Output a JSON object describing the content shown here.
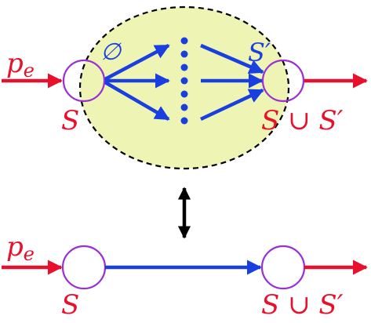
{
  "colors": {
    "red": "#e8102a",
    "blue": "#1a3fe0",
    "purple": "#9a2fd6",
    "ellipse_fill": "#eef5b4",
    "black": "#000000"
  },
  "top": {
    "input_label": "p",
    "input_sub": "e",
    "left_node_label": "S",
    "empty_set_label": "∅",
    "right_node_top_label": "S′",
    "right_node_label": "S ∪ S′"
  },
  "bottom": {
    "input_label": "p",
    "input_sub": "e",
    "left_node_label": "S",
    "right_node_label": "S ∪ S′"
  },
  "icons": {
    "connector": "double-headed-arrow-icon",
    "dots": "vertical-ellipsis-icon"
  }
}
